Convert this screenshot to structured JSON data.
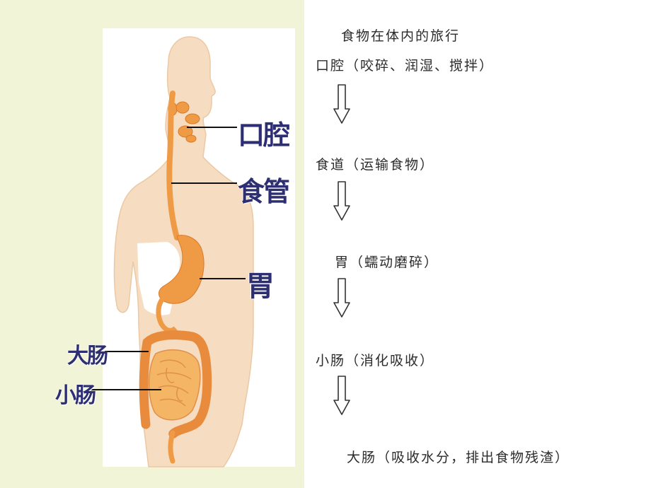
{
  "labels": {
    "mouth": "口腔",
    "esophagus": "食管",
    "stomach": "胃",
    "large_intestine": "大肠",
    "small_intestine": "小肠"
  },
  "flow": {
    "title": "食物在体内的旅行",
    "steps": [
      "口腔（咬碎、润湿、搅拌）",
      "食道（运输食物）",
      "胃（蠕动磨碎）",
      "小肠（消化吸收）",
      "大肠（吸收水分，排出食物残渣）"
    ]
  },
  "colors": {
    "background": "#f1f4d6",
    "body": "#f6dcc0",
    "organ": "#ef9b45",
    "label_text": "#2d2f72"
  }
}
